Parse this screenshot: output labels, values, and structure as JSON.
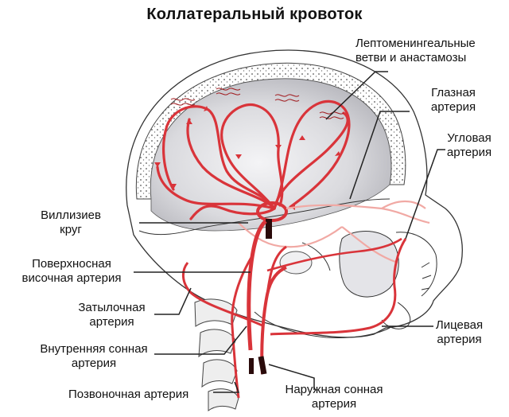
{
  "title": "Коллатеральный кровоток",
  "labels": {
    "leptomeningeal": [
      "Лептоменингеальные",
      "ветви и анастамозы"
    ],
    "ophthalmic": [
      "Глазная",
      "артерия"
    ],
    "angular": [
      "Угловая",
      "артерия"
    ],
    "willis": [
      "Виллизиев",
      "круг"
    ],
    "superficial_temporal": [
      "Поверхносная",
      "височная артерия"
    ],
    "occipital": [
      "Затылочная",
      "артерия"
    ],
    "internal_carotid": [
      "Внутренняя сонная",
      "артерия"
    ],
    "vertebral": "Позвоночная артерия",
    "external_carotid": [
      "Наружная сонная",
      "артерия"
    ],
    "facial": [
      "Лицевая",
      "артерия"
    ]
  },
  "colors": {
    "artery": "#d9343a",
    "artery_dark": "#a0181c",
    "artery_light": "#f1a9a4",
    "line": "#222222",
    "brain_fill": "#d8d8dc"
  }
}
